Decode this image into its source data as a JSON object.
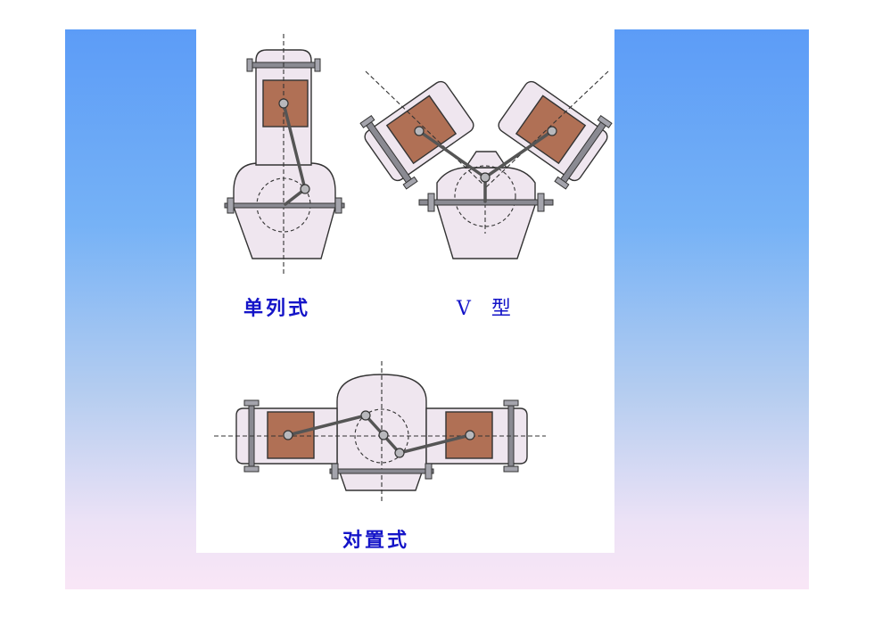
{
  "labels": {
    "single": "单列式",
    "v_type": "V 型",
    "opposed": "对置式"
  },
  "colors": {
    "background_top": "#5c9cf7",
    "background_bottom": "#f9e6f6",
    "body_fill": "#efe6ef",
    "piston_fill": "#b07055",
    "label_color": "#1414c8"
  }
}
